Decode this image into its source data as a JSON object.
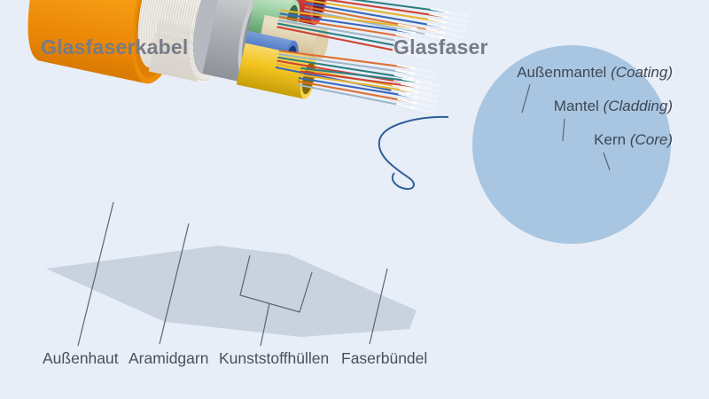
{
  "titles": {
    "cable": "Glasfaserkabel",
    "fiber": "Glasfaser"
  },
  "fiber_inset": {
    "labels": [
      {
        "name": "Außenmantel",
        "translation": "(Coating)"
      },
      {
        "name": "Mantel",
        "translation": "(Cladding)"
      },
      {
        "name": "Kern",
        "translation": "(Core)"
      }
    ]
  },
  "cable_labels": [
    "Außenhaut",
    "Aramidgarn",
    "Kunststoffhüllen",
    "Faserbündel"
  ],
  "colors": {
    "background": "#e8eef8",
    "title_gray": "#767c87",
    "label_gray": "#49505c",
    "jacket_orange": "#f59b13",
    "aramid_white": "#f2efe9",
    "sheath_gray": "#b3b7bb",
    "tube_red": "#d63c3c",
    "tube_green": "#94cb9c",
    "tube_blue": "#3f6cc0",
    "tube_yellow": "#f2c41d",
    "strength_member_beige": "#d8c7a0",
    "coating_blue": "#3f66ac",
    "inset_circle_blue": "#a8c6e1",
    "leader_line": "#5b6470"
  }
}
